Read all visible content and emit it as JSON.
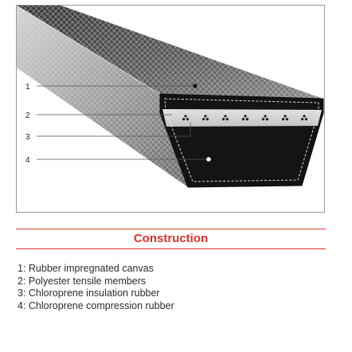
{
  "diagram": {
    "callouts": [
      {
        "number": "1",
        "label": "Rubber impregnated canvas"
      },
      {
        "number": "2",
        "label": "Polyester tensile members"
      },
      {
        "number": "3",
        "label": "Chloroprene insulation rubber"
      },
      {
        "number": "4",
        "label": "Chloroprene compression rubber"
      }
    ]
  },
  "construction": {
    "heading": "Construction",
    "items": [
      "1: Rubber impregnated canvas",
      "2: Polyester tensile members",
      "3: Chloroprene insulation rubber",
      "4: Chloroprene compression rubber"
    ]
  },
  "colors": {
    "accent": "#d9322b",
    "belt_body": "#141414",
    "fabric_light": "#9c9c9c",
    "fabric_dark": "#4a4a4a",
    "tensile_band": "#d2d2d2",
    "text": "#2b2b2b"
  }
}
